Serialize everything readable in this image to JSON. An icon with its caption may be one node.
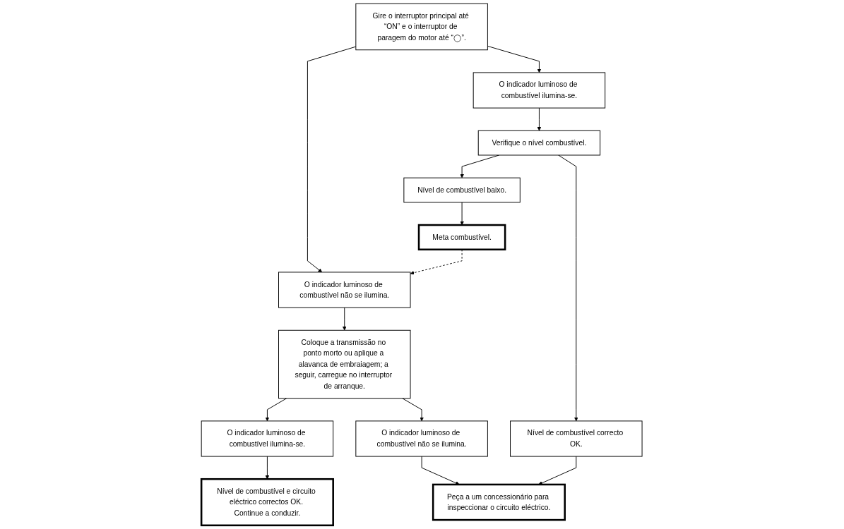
{
  "diagram": {
    "nodes": [
      {
        "text": [
          "Gire o interruptor principal até “ON” e o interruptor de paragem do motor até “◯”."
        ]
      },
      {
        "text": [
          "O indicador luminoso de combustível não se ilumina."
        ]
      },
      {
        "text": [
          "O indicador luminoso de combustível ilumina-se."
        ]
      },
      {
        "text": [
          "Coloque a transmissão no ponto morto ou aplique a alavanca de embraiagem; a seguir, carregue no interruptor de arranque."
        ]
      },
      {
        "text": [
          "Verifique o nível combustível."
        ]
      },
      {
        "text": [
          "O indicador luminoso de combustível ilumina-se."
        ]
      },
      {
        "text": [
          "O indicador luminoso de combustível não se ilumina."
        ]
      },
      {
        "text": [
          "Nível de combustível correcto OK."
        ]
      },
      {
        "text": [
          "Nível de combustível baixo."
        ]
      },
      {
        "text": [
          "Nível de combustível e circuito eléctrico correctos OK. Continue a conduzir."
        ]
      },
      {
        "text": [
          "Peça a um concessionário para inspeccionar o circuito eléctrico."
        ]
      },
      {
        "text": [
          "Meta combustível."
        ]
      }
    ],
    "edges": [
      {
        "from": 0,
        "to": 1,
        "arrow": "to"
      },
      {
        "from": 0,
        "to": 2,
        "arrow": "to"
      },
      {
        "from": 1,
        "to": 3,
        "arrow": "to"
      },
      {
        "from": 2,
        "to": 4,
        "arrow": "to"
      },
      {
        "from": 3,
        "to": 5,
        "arrow": "to"
      },
      {
        "from": 3,
        "to": 6,
        "arrow": "to"
      },
      {
        "from": 4,
        "to": 7,
        "arrow": "to"
      },
      {
        "from": 4,
        "to": 8,
        "arrow": "to"
      },
      {
        "from": 5,
        "to": 9,
        "arrow": "to"
      },
      {
        "from": 6,
        "to": 10,
        "arrow": "to"
      },
      {
        "from": 7,
        "to": 10,
        "arrow": "to"
      },
      {
        "from": 8,
        "to": 11,
        "arrow": "to"
      },
      {
        "from": 11,
        "to": 1,
        "arrow": "to",
        "style": "dashed"
      }
    ]
  }
}
